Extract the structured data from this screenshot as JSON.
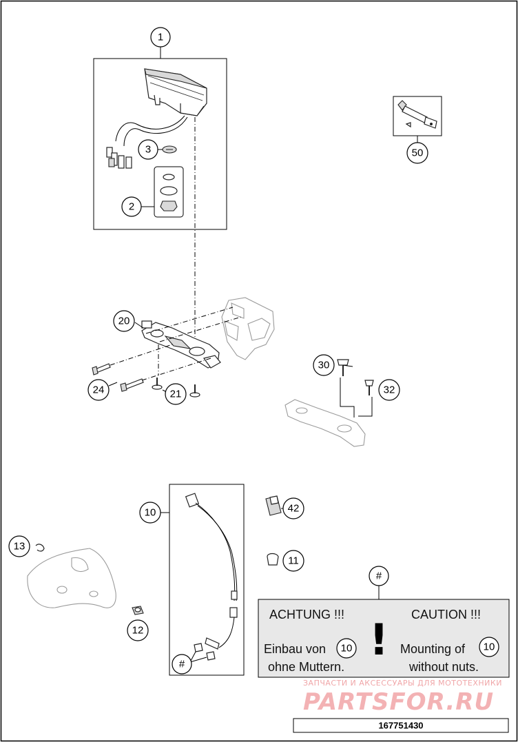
{
  "callouts": {
    "c1": "1",
    "c2": "2",
    "c3": "3",
    "c10": "10",
    "c11": "11",
    "c12": "12",
    "c13": "13",
    "c20": "20",
    "c21": "21",
    "c24": "24",
    "c30": "30",
    "c32": "32",
    "c42": "42",
    "c50": "50",
    "hash_top": "#",
    "hash_cable": "#"
  },
  "warning": {
    "left_heading": "ACHTUNG !!!",
    "right_heading": "CAUTION !!!",
    "left_line1": "Einbau von",
    "left_line2": "ohne Muttern.",
    "right_line1": "Mounting of",
    "right_line2": "without nuts.",
    "left_ref": "10",
    "right_ref": "10",
    "symbol": "!"
  },
  "watermark": {
    "tagline": "ЗАПЧАСТИ И АКСЕССУАРЫ ДЛЯ МОТОТЕХНИКИ",
    "brand": "PARTSFOR.RU"
  },
  "document": {
    "number": "167751430"
  }
}
